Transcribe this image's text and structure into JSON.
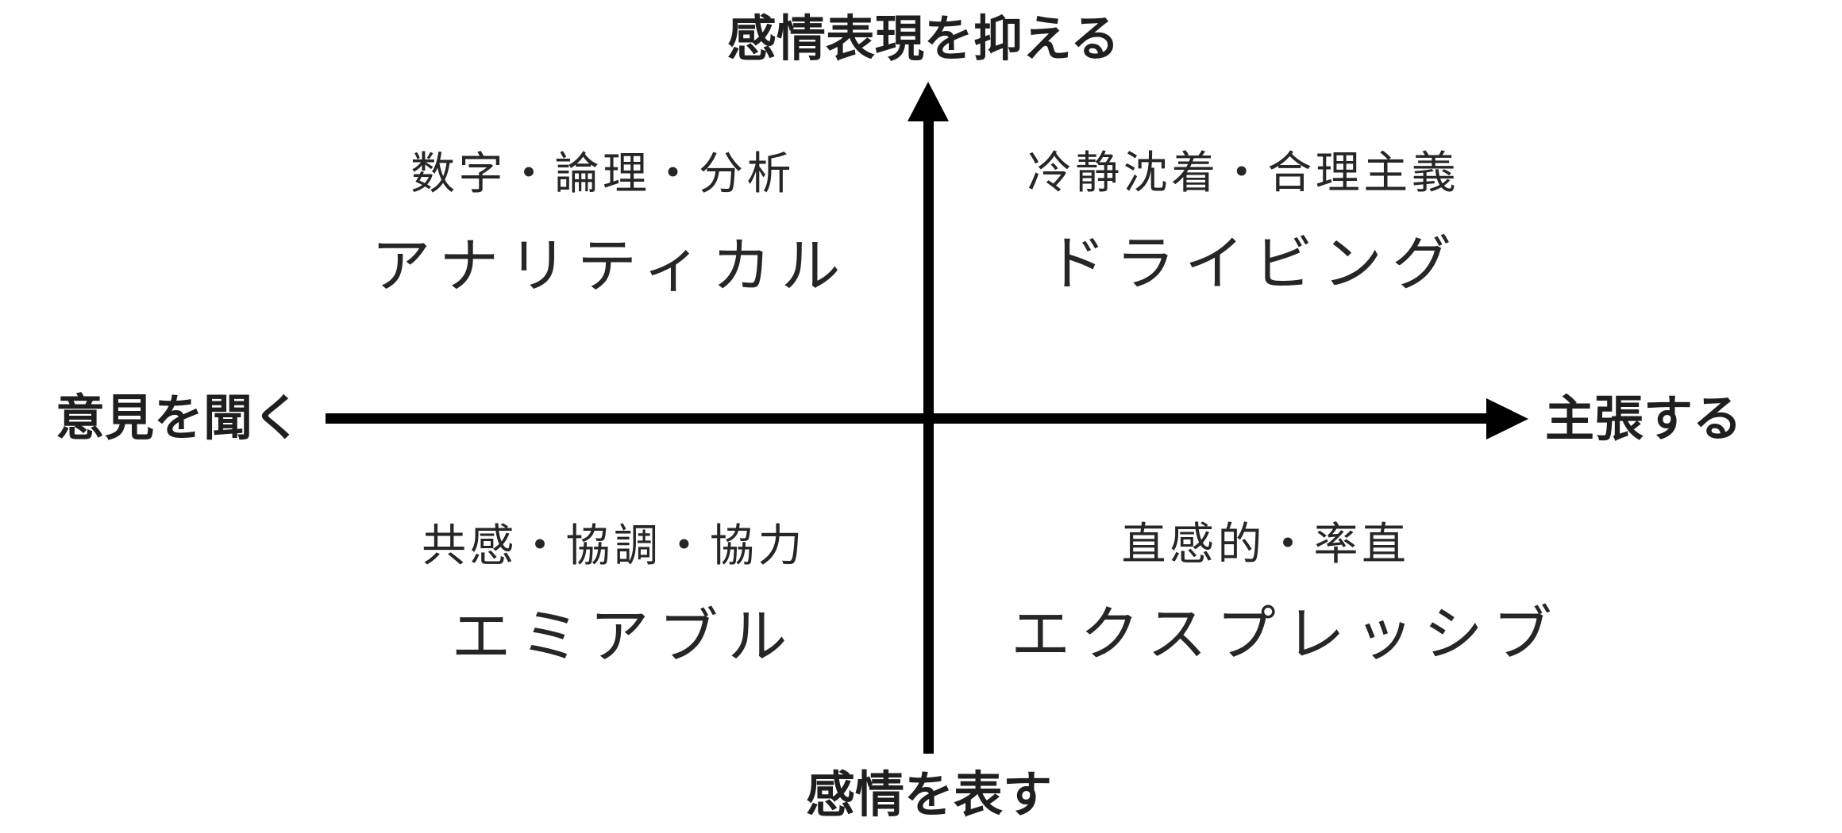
{
  "diagram": {
    "type": "quadrant-matrix",
    "colors": {
      "background": "#ffffff",
      "axis_line": "#000000",
      "text": "#262626",
      "axis_label_text": "#1f1f1f"
    },
    "axes": {
      "top_label": "感情表現を抑える",
      "bottom_label": "感情を表す",
      "left_label": "意見を聞く",
      "right_label": "主張する",
      "arrows": [
        "up-arrowhead",
        "right-arrowhead"
      ]
    },
    "quadrants": {
      "top_left": {
        "traits": "数字・論理・分析",
        "name": "アナリティカル"
      },
      "top_right": {
        "traits": "冷静沈着・合理主義",
        "name": "ドライビング"
      },
      "bottom_left": {
        "traits": "共感・協調・協力",
        "name": "エミアブル"
      },
      "bottom_right": {
        "traits": "直感的・率直",
        "name": "エクスプレッシブ"
      }
    }
  }
}
